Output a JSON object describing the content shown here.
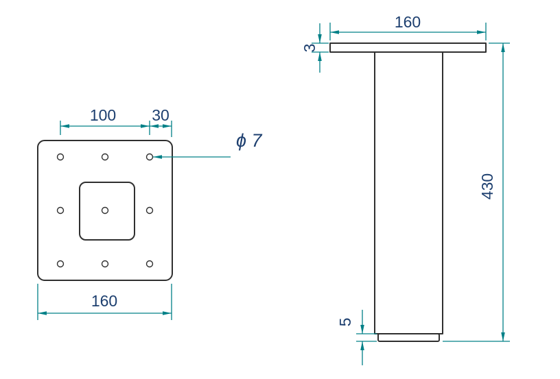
{
  "colors": {
    "outline": "#2f2f2f",
    "dimension": "#008087",
    "label": "#1d3f6f",
    "background": "#ffffff"
  },
  "top_view": {
    "dim_hole_spacing": "100",
    "dim_edge_offset": "30",
    "dim_plate_width": "160",
    "hole_label": "ϕ 7"
  },
  "side_view": {
    "dim_flange_width": "160",
    "dim_flange_thickness": "3",
    "dim_height": "430",
    "dim_foot": "5"
  }
}
